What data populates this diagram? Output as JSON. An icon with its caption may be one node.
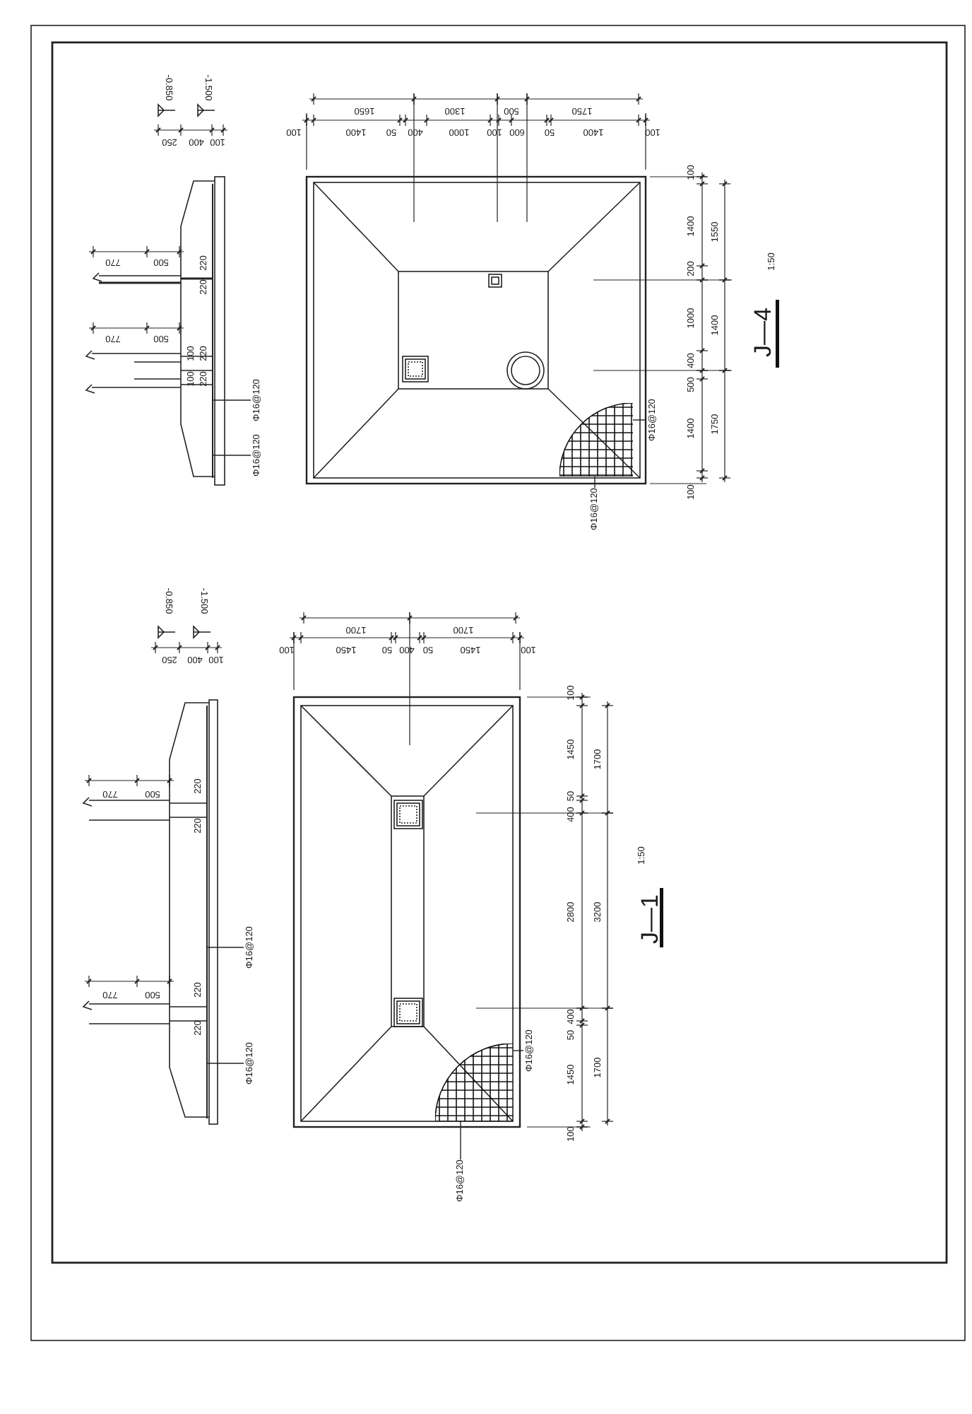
{
  "diagram": {
    "nodes": [
      {
        "text": [
          "Φ16@120"
        ]
      },
      {
        "text": [
          "Φ16@120"
        ]
      },
      {
        "text": [],
        "shape": "bar"
      },
      {
        "text": [
          "Φ16@120"
        ]
      },
      {
        "text": [
          "Φ16@120"
        ]
      },
      {
        "text": [],
        "shape": "picture"
      },
      {
        "text": [
          "Φ16@120"
        ]
      },
      {
        "text": [
          "Φ16@120"
        ]
      },
      {
        "text": [],
        "shape": "bar"
      },
      {
        "text": [
          "Φ16@120"
        ]
      },
      {
        "text": [
          "Φ16@120"
        ]
      },
      {
        "text": [],
        "shape": "picture"
      }
    ],
    "edges": [
      {
        "from": 0,
        "to": 2,
        "arrow": "none"
      },
      {
        "from": 1,
        "to": 2,
        "arrow": "none"
      },
      {
        "from": 3,
        "to": 5,
        "arrow": "none"
      },
      {
        "from": 4,
        "to": 5,
        "arrow": "none"
      },
      {
        "from": 6,
        "to": 8,
        "arrow": "none"
      },
      {
        "from": 7,
        "to": 8,
        "arrow": "none"
      },
      {
        "from": 9,
        "to": 11,
        "arrow": "none"
      },
      {
        "from": 10,
        "to": 11,
        "arrow": "none"
      }
    ],
    "labels": [
      "-0.850",
      "-1.500",
      "250",
      "400",
      "100",
      "770",
      "500",
      "220",
      "220",
      "770",
      "500",
      "100",
      "220",
      "100",
      "220",
      "1650",
      "1300",
      "500",
      "1750",
      "100",
      "1400",
      "50",
      "400",
      "1000",
      "100",
      "600",
      "50",
      "1400",
      "100",
      "100",
      "1400",
      "200",
      "1000",
      "400",
      "500",
      "1400",
      "100",
      "1550",
      "1400",
      "1750",
      "1:50",
      "J—4",
      "-0.850",
      "-1.500",
      "250",
      "400",
      "100",
      "770",
      "500",
      "220",
      "220",
      "770",
      "500",
      "220",
      "220",
      "1700",
      "1700",
      "100",
      "1450",
      "50",
      "400",
      "50",
      "1450",
      "100",
      "100",
      "1450",
      "50",
      "400",
      "2800",
      "400",
      "50",
      "1450",
      "100",
      "1700",
      "3200",
      "1700",
      "1:50",
      "J—1"
    ]
  }
}
